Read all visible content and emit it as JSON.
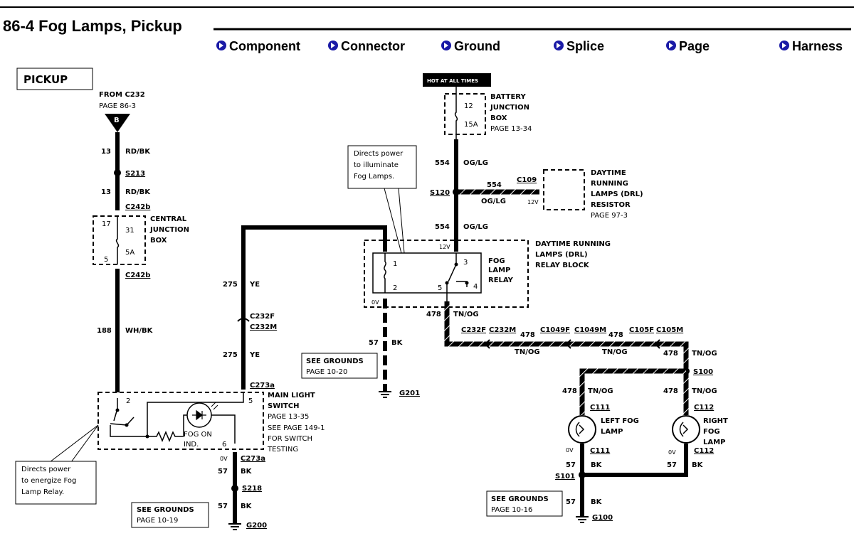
{
  "title": "86-4 Fog Lamps, Pickup",
  "nav": {
    "component": "Component",
    "connector": "Connector",
    "ground": "Ground",
    "splice": "Splice",
    "page": "Page",
    "harness": "Harness"
  },
  "pickup_label": "PICKUP",
  "from_c232": {
    "line1": "FROM C232",
    "line2": "PAGE 86-3",
    "marker": "B"
  },
  "hot_at_all_times": "HOT AT ALL TIMES",
  "battery_jb": {
    "line1": "BATTERY",
    "line2": "JUNCTION",
    "line3": "BOX",
    "line4": "PAGE 13-34",
    "pin": "12",
    "fuse": "15A"
  },
  "central_jb": {
    "line1": "CENTRAL",
    "line2": "JUNCTION",
    "line3": "BOX",
    "pin_top": "17",
    "pin_mid": "31",
    "pin_bot": "5",
    "fuse": "5A"
  },
  "drl_resistor": {
    "line1": "DAYTIME",
    "line2": "RUNNING",
    "line3": "LAMPS (DRL)",
    "line4": "RESISTOR",
    "line5": "PAGE 97-3",
    "volt": "12V"
  },
  "drl_relay_block": {
    "line1": "DAYTIME RUNNING",
    "line2": "LAMPS (DRL)",
    "line3": "RELAY BLOCK",
    "v12": "12V",
    "v0": "0V"
  },
  "fog_relay": {
    "line1": "FOG",
    "line2": "LAMP",
    "line3": "RELAY",
    "p1": "1",
    "p2": "2",
    "p3": "3",
    "p4": "4",
    "p5": "5"
  },
  "main_switch": {
    "line1": "MAIN LIGHT",
    "line2": "SWITCH",
    "line3": "PAGE 13-35",
    "line4": "SEE PAGE 149-1",
    "line5": "FOR SWITCH",
    "line6": "TESTING",
    "p2": "2",
    "p5": "5",
    "p6": "6",
    "v0": "0V",
    "ind1": "FOG ON",
    "ind2": "IND."
  },
  "notes": {
    "relay_note": [
      "Directs power",
      "to illuminate",
      "Fog Lamps."
    ],
    "switch_note": [
      "Directs power",
      "to energize Fog",
      "Lamp Relay."
    ]
  },
  "see_grounds": [
    {
      "line1": "SEE GROUNDS",
      "line2": "PAGE 10-19"
    },
    {
      "line1": "SEE GROUNDS",
      "line2": "PAGE 10-20"
    },
    {
      "line1": "SEE GROUNDS",
      "line2": "PAGE 10-16"
    }
  ],
  "left_lamp": {
    "line1": "LEFT FOG",
    "line2": "LAMP",
    "v0": "0V"
  },
  "right_lamp": {
    "line1": "RIGHT",
    "line2": "FOG",
    "line3": "LAMP",
    "v0": "0V"
  },
  "wires": {
    "w13_a": {
      "num": "13",
      "color": "RD/BK"
    },
    "w13_b": {
      "num": "13",
      "color": "RD/BK"
    },
    "w188": {
      "num": "188",
      "color": "WH/BK"
    },
    "w275_a": {
      "num": "275",
      "color": "YE"
    },
    "w275_b": {
      "num": "275",
      "color": "YE"
    },
    "w57_switch_a": {
      "num": "57",
      "color": "BK"
    },
    "w57_switch_b": {
      "num": "57",
      "color": "BK"
    },
    "w554_a": {
      "num": "554",
      "color": "OG/LG"
    },
    "w554_b": {
      "num": "554",
      "color": "OG/LG"
    },
    "w554_c": {
      "num": "554",
      "color": "OG/LG"
    },
    "w57_relay": {
      "num": "57",
      "color": "BK"
    },
    "w478_a": {
      "num": "478",
      "color": "TN/OG"
    },
    "w478_b": {
      "num": "478",
      "color": "TN/OG"
    },
    "w478_c": {
      "num": "478",
      "color": "TN/OG"
    },
    "w478_d": {
      "num": "478",
      "color": "TN/OG"
    },
    "w478_e": {
      "num": "478",
      "color": "TN/OG"
    },
    "w478_f": {
      "num": "478",
      "color": "TN/OG"
    },
    "w57_left": {
      "num": "57",
      "color": "BK"
    },
    "w57_right": {
      "num": "57",
      "color": "BK"
    },
    "w57_bottom": {
      "num": "57",
      "color": "BK"
    }
  },
  "connectors": {
    "s213": "S213",
    "c242b_top": "C242b",
    "c242b_bot": "C242b",
    "c232f_left": "C232F",
    "c232m_left": "C232M",
    "c273a_top": "C273a",
    "c273a_bot": "C273a",
    "s218": "S218",
    "g200": "G200",
    "s120": "S120",
    "c109": "C109",
    "g201": "G201",
    "c232f": "C232F",
    "c232m": "C232M",
    "c1049f": "C1049F",
    "c1049m": "C1049M",
    "c105f": "C105F",
    "c105m": "C105M",
    "s100": "S100",
    "c111_top": "C111",
    "c111_bot": "C111",
    "c112_top": "C112",
    "c112_bot": "C112",
    "s101": "S101",
    "g100": "G100"
  },
  "colors": {
    "ink": "#000000",
    "paper": "#ffffff",
    "nav_arrow": "#1a1aa6"
  }
}
